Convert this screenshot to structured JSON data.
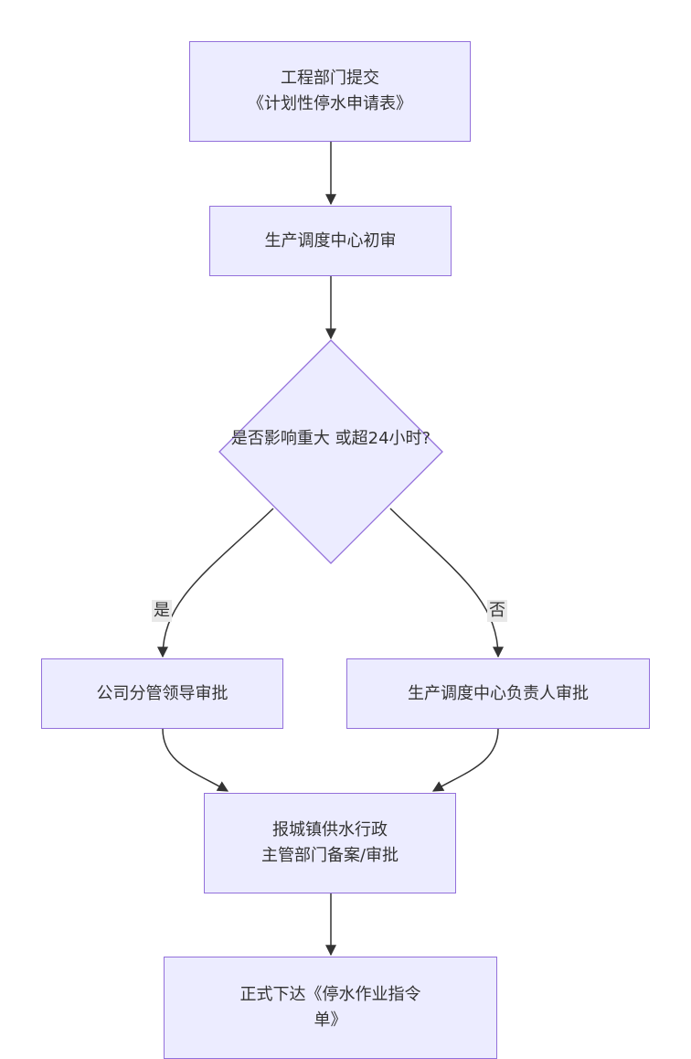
{
  "nodes": {
    "submit": {
      "line1": "工程部门提交",
      "line2": "《计划性停水申请表》"
    },
    "prereview": {
      "line1": "生产调度中心初审"
    },
    "decision": {
      "line1": "是否影响重大",
      "line2": "或超24小时?"
    },
    "leader": {
      "line1": "公司分管领导审批"
    },
    "dispatch": {
      "line1": "生产调度中心负责人审批"
    },
    "report": {
      "line1": "报城镇供水行政",
      "line2": "主管部门备案/审批"
    },
    "issue": {
      "line1": "正式下达《停水作业指令",
      "line2": "单》"
    }
  },
  "edge_labels": {
    "yes": "是",
    "no": "否"
  },
  "colors": {
    "node_fill": "#ECECFF",
    "node_border": "#9370DB",
    "edge": "#333333",
    "text": "#333333",
    "label_bg": "#e8e8e8"
  }
}
